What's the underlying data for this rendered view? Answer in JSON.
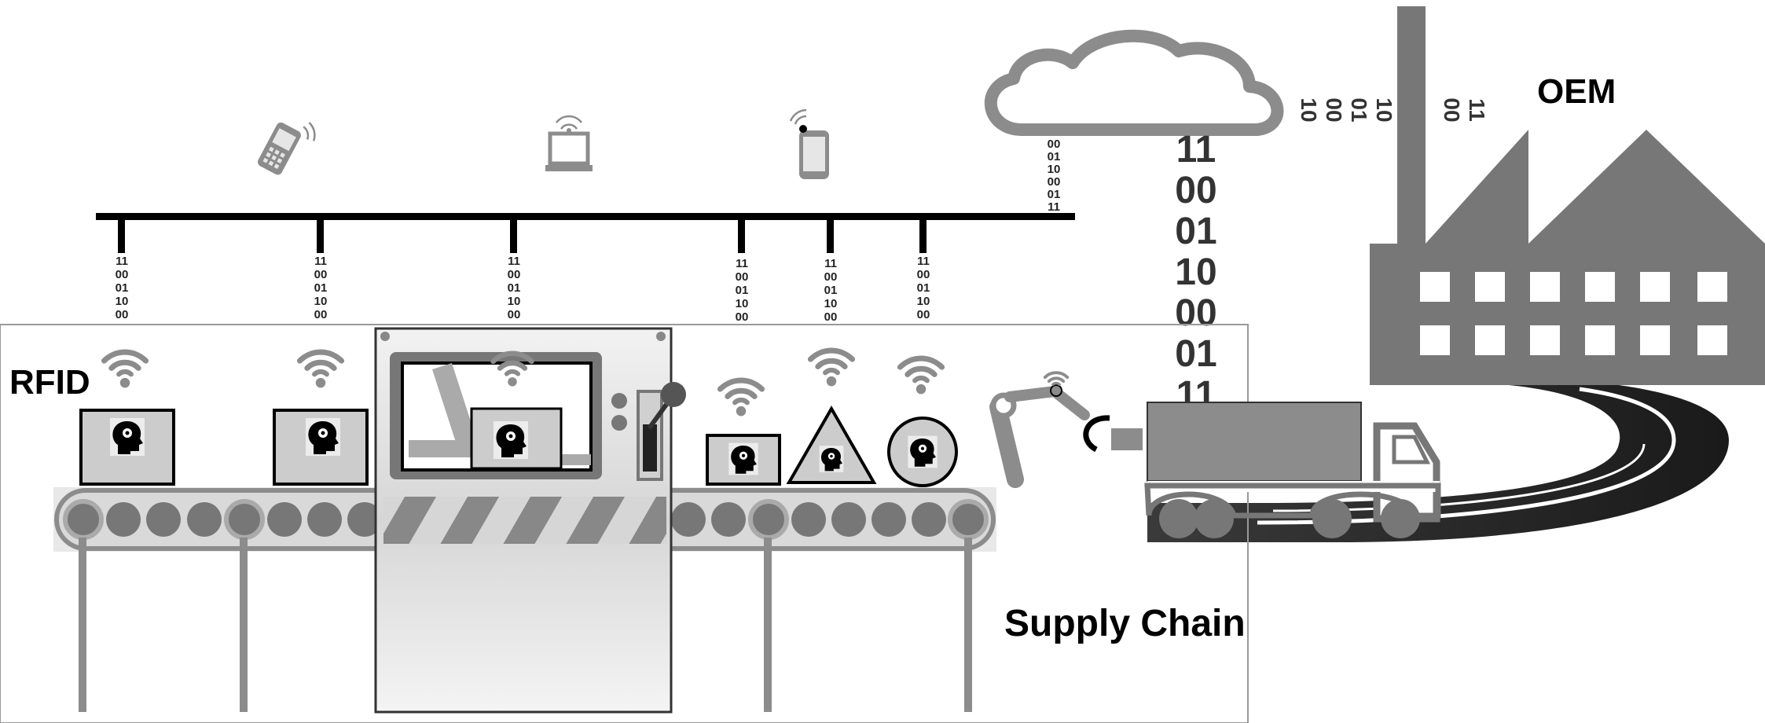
{
  "labels": {
    "rfid": "RFID",
    "oem": "OEM",
    "supply_chain": "Supply Chain"
  },
  "binary": {
    "drop_stream": [
      "11",
      "00",
      "01",
      "10",
      "00"
    ],
    "cloud_stream": [
      "00",
      "01",
      "10",
      "00",
      "01",
      "11"
    ],
    "truck_stream": [
      "11",
      "00",
      "01",
      "10",
      "00",
      "01",
      "11"
    ],
    "factory_stream": [
      "10",
      "00",
      "01",
      "10",
      "00",
      "11"
    ]
  },
  "colors": {
    "dark_gray": "#777777",
    "mid_gray": "#8c8c8c",
    "light_gray": "#cfcfcf",
    "black": "#000000",
    "white": "#ffffff"
  },
  "icons": [
    "mobile-phone-icon",
    "laptop-icon",
    "smartphone-icon",
    "wifi-icon",
    "head-gear-icon",
    "cloud-icon",
    "factory-icon",
    "truck-icon",
    "robot-arm-icon",
    "road-icon",
    "conveyor-belt-icon"
  ]
}
